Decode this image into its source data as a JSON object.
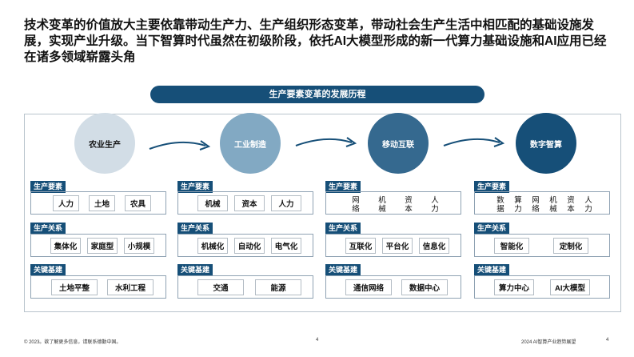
{
  "headline": "技术变革的价值放大主要依靠带动生产力、生产组织形态变革，带动社会生产生活中相匹配的基础设施发展，实现产业升级。当下智算时代虽然在初级阶段，依托AI大模型形成的新一代算力基础设施和AI应用已经在诸多领域崭露头角",
  "banner": "生产要素变革的发展历程",
  "stages": [
    {
      "label": "农业生产",
      "bg": "#d2dde6",
      "fg": "#111111"
    },
    {
      "label": "工业制造",
      "bg": "#82a9c3",
      "fg": "#ffffff"
    },
    {
      "label": "移动互联",
      "bg": "#35698f",
      "fg": "#ffffff"
    },
    {
      "label": "数字智算",
      "bg": "#164f78",
      "fg": "#ffffff"
    }
  ],
  "tags": {
    "factor": "生产要素",
    "relation": "生产关系",
    "infra": "关键基建"
  },
  "columns": [
    {
      "factors": [
        "人力",
        "土地",
        "农具"
      ],
      "relations": [
        "集体化",
        "家庭型",
        "小规模"
      ],
      "infra": [
        "土地平整",
        "水利工程"
      ]
    },
    {
      "factors": [
        "机械",
        "资本",
        "人力"
      ],
      "relations": [
        "机械化",
        "自动化",
        "电气化"
      ],
      "infra": [
        "交通",
        "能源"
      ]
    },
    {
      "factors_vertical": [
        "网络",
        "机械",
        "资本",
        "人力"
      ],
      "relations": [
        "互联化",
        "平台化",
        "信息化"
      ],
      "infra": [
        "通信网络",
        "数据中心"
      ]
    },
    {
      "factors_vertical": [
        "数据",
        "算力",
        "网络",
        "机械",
        "资本",
        "人力"
      ],
      "relations": [
        "智能化",
        "定制化"
      ],
      "infra": [
        "算力中心",
        "AI大模型"
      ]
    }
  ],
  "footer": {
    "left": "© 2023。欲了解更多信息，请联系德勤中国。",
    "center": "4",
    "right_title": "2024 AI智算产业趋势展望",
    "right_page": "4"
  }
}
